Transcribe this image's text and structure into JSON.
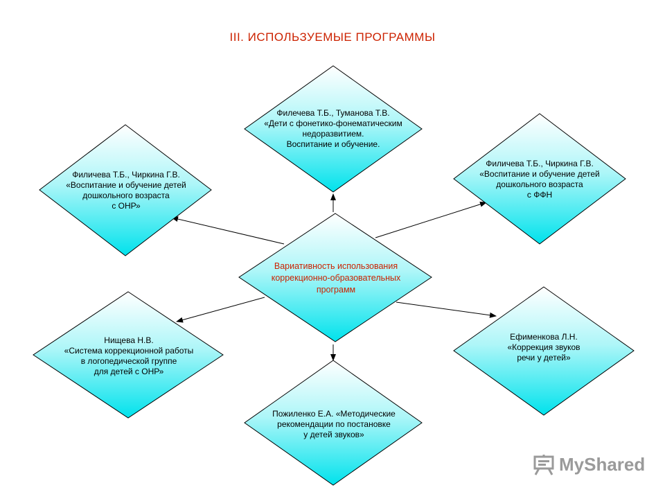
{
  "title": "III.  ИСПОЛЬЗУЕМЫЕ  ПРОГРАММЫ",
  "center": {
    "text": "Вариативность использования\nкоррекционно-образовательных\nпрограмм"
  },
  "nodes": {
    "top": {
      "text": "Филечева Т.Б., Туманова Т.В.\n«Дети с фонетико-фонематическим\nнедоразвитием.\nВоспитание и обучение."
    },
    "upper_left": {
      "text": "Филичева Т.Б., Чиркина Г.В.\n«Воспитание и обучение детей\nдошкольного возраста\nс ОНР»"
    },
    "upper_right": {
      "text": "Филичева Т.Б., Чиркина Г.В.\n«Воспитание и обучение детей\nдошкольного возраста\nс ФФН"
    },
    "lower_left": {
      "text": "Нищева Н.В.\n«Система коррекционной работы\nв логопедической группе\nдля детей с ОНР»"
    },
    "lower_right": {
      "text": "Ефименкова Л.Н.\n«Коррекция звуков\nречи у детей»"
    },
    "bottom": {
      "text": "Пожиленко Е.А. «Методические\nрекомендации по постановке\nу детей звуков»"
    }
  },
  "logo": {
    "text": "MyShared",
    "icon": "presentation-board-icon"
  },
  "colors": {
    "title": "#cc2200",
    "center_text": "#cc2200",
    "diamond_light": "#ffffff",
    "diamond_dark": "#00e5ee"
  }
}
